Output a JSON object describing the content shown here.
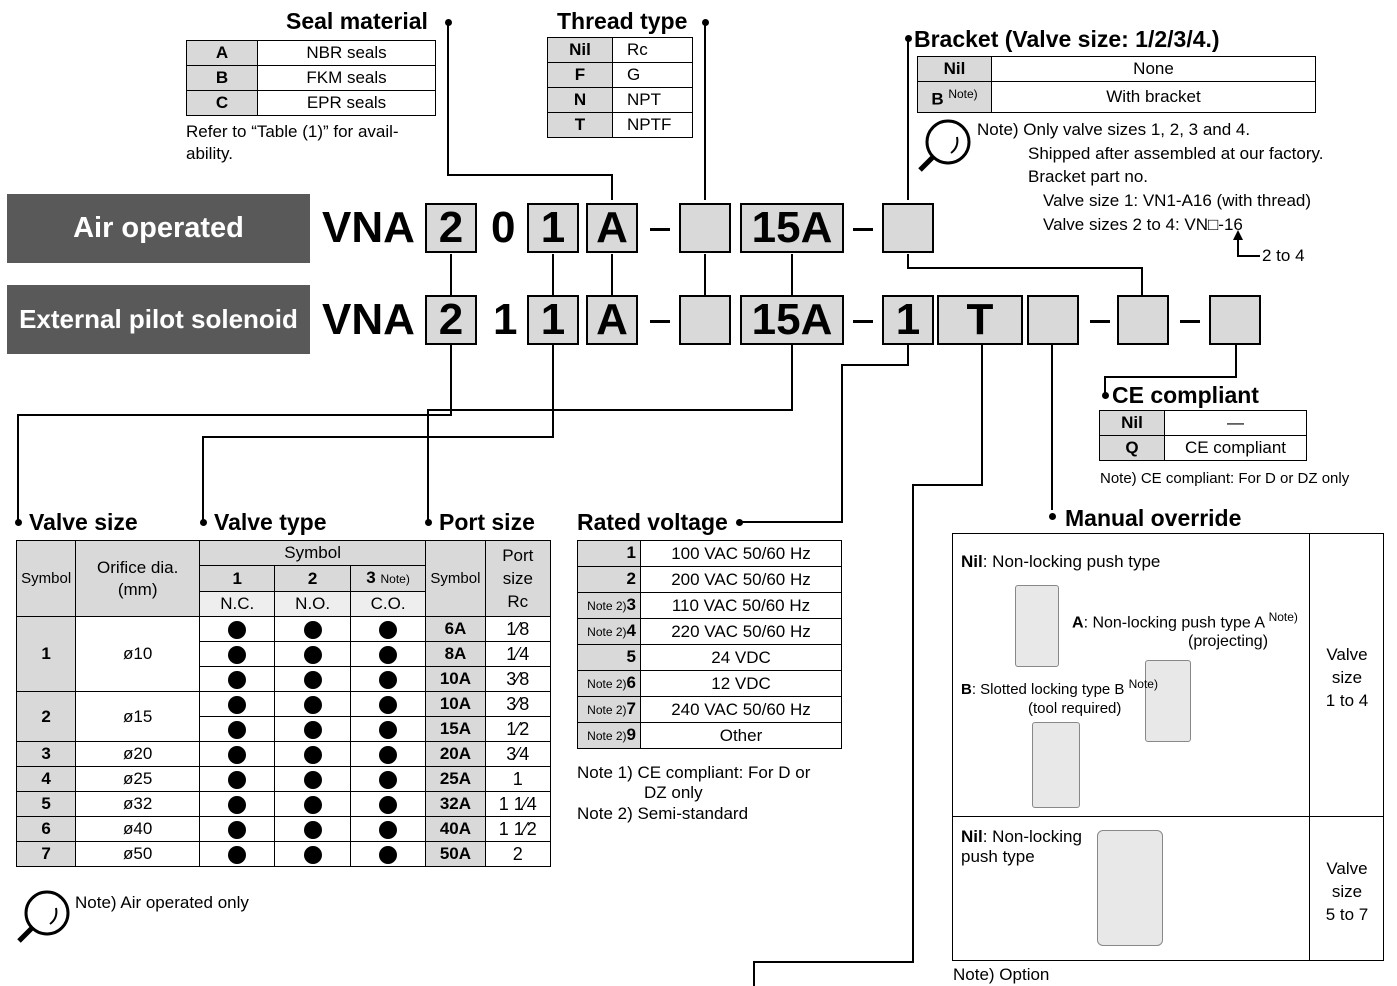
{
  "seal_material": {
    "title": "Seal material",
    "rows": [
      [
        "A",
        "NBR seals"
      ],
      [
        "B",
        "FKM seals"
      ],
      [
        "C",
        "EPR seals"
      ]
    ],
    "note1": "Refer to “Table (1)” for avail-",
    "note2": "ability."
  },
  "thread_type": {
    "title": "Thread type",
    "rows": [
      [
        "Nil",
        "Rc"
      ],
      [
        "F",
        "G"
      ],
      [
        "N",
        "NPT"
      ],
      [
        "T",
        "NPTF"
      ]
    ]
  },
  "bracket": {
    "title": "Bracket (Valve size: 1/2/3/4.)",
    "rows": [
      [
        "Nil",
        "",
        "None"
      ],
      [
        "B",
        "Note)",
        "With bracket"
      ]
    ],
    "notes": [
      "Note) Only valve sizes 1, 2, 3 and 4.",
      "Shipped after assembled at our factory.",
      "Bracket part no.",
      "Valve size 1: VN1-A16 (with thread)",
      "Valve sizes 2 to 4: VN□-16",
      "2 to 4"
    ]
  },
  "models": {
    "air": {
      "label": "Air operated",
      "prefix": "VNA",
      "c1": "2",
      "c2": "0",
      "c3": "1",
      "c4": "A",
      "c5": "",
      "c6": "15A",
      "c7": ""
    },
    "solenoid": {
      "label": "External pilot solenoid",
      "prefix": "VNA",
      "c1": "2",
      "c2": "1",
      "c3": "1",
      "c4": "A",
      "c5": "",
      "c6": "15A",
      "c7": "1",
      "c8": "T",
      "c9": "",
      "c10": "",
      "c11": ""
    }
  },
  "ce": {
    "title": "CE compliant",
    "rows": [
      [
        "Nil",
        "—"
      ],
      [
        "Q",
        "CE compliant"
      ]
    ],
    "note": "Note) CE compliant: For D or DZ only"
  },
  "valve_size": {
    "title": "Valve size",
    "headers": {
      "symbol": "Symbol",
      "orifice1": "Orifice dia.",
      "orifice2": "(mm)",
      "symbol_group": "Symbol",
      "t1": "1",
      "t2": "2",
      "t3": "3",
      "t3note": "Note)",
      "nc": "N.C.",
      "no": "N.O.",
      "co": "C.O.",
      "port_symbol": "Symbol",
      "port1": "Port",
      "port2": "size",
      "port3": "Rc"
    },
    "groups": [
      {
        "symbol": "1",
        "orifice": "ø10",
        "rows": [
          [
            "6A",
            "1⁄8"
          ],
          [
            "8A",
            "1⁄4"
          ],
          [
            "10A",
            "3⁄8"
          ]
        ]
      },
      {
        "symbol": "2",
        "orifice": "ø15",
        "rows": [
          [
            "10A",
            "3⁄8"
          ],
          [
            "15A",
            "1⁄2"
          ]
        ]
      },
      {
        "symbol": "3",
        "orifice": "ø20",
        "rows": [
          [
            "20A",
            "3⁄4"
          ]
        ]
      },
      {
        "symbol": "4",
        "orifice": "ø25",
        "rows": [
          [
            "25A",
            "1"
          ]
        ]
      },
      {
        "symbol": "5",
        "orifice": "ø32",
        "rows": [
          [
            "32A",
            "1 1⁄4"
          ]
        ]
      },
      {
        "symbol": "6",
        "orifice": "ø40",
        "rows": [
          [
            "40A",
            "1 1⁄2"
          ]
        ]
      },
      {
        "symbol": "7",
        "orifice": "ø50",
        "rows": [
          [
            "50A",
            "2"
          ]
        ]
      }
    ],
    "note": "Note) Air operated only"
  },
  "valve_type": {
    "title": "Valve type"
  },
  "port_size": {
    "title": "Port size"
  },
  "rated_voltage": {
    "title": "Rated voltage",
    "rows": [
      [
        "",
        "1",
        "100 VAC 50/60 Hz"
      ],
      [
        "",
        "2",
        "200 VAC 50/60 Hz"
      ],
      [
        "Note 2)",
        "3",
        "110 VAC 50/60 Hz"
      ],
      [
        "Note 2)",
        "4",
        "220 VAC 50/60 Hz"
      ],
      [
        "",
        "5",
        "24 VDC"
      ],
      [
        "Note 2)",
        "6",
        "12 VDC"
      ],
      [
        "Note 2)",
        "7",
        "240 VAC 50/60 Hz"
      ],
      [
        "Note 2)",
        "9",
        "Other"
      ]
    ],
    "note1a": "Note 1) CE compliant: For D or",
    "note1b": "DZ only",
    "note2": "Note 2) Semi-standard"
  },
  "manual_override": {
    "title": "Manual override",
    "nil1_key": "Nil",
    "nil1_text": ": Non-locking push type",
    "a_key": "A",
    "a_text": ": Non-locking push type A",
    "a_note": "Note)",
    "a_text2": "(projecting)",
    "b_key": "B",
    "b_text": ": Slotted locking type B",
    "b_note": "Note)",
    "b_text2": "(tool required)",
    "size1": [
      "Valve",
      "size",
      "1 to 4"
    ],
    "nil2_key": "Nil",
    "nil2_text": ": Non-locking",
    "nil2_text2": "push type",
    "size2": [
      "Valve",
      "size",
      "5 to 7"
    ],
    "note": "Note) Option"
  }
}
